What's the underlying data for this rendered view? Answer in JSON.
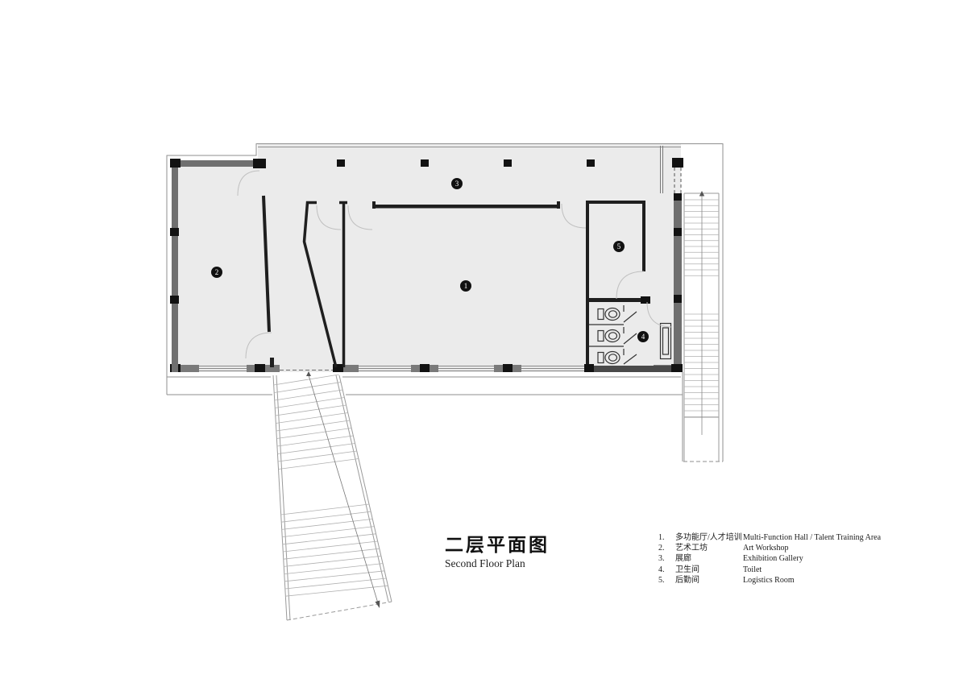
{
  "drawing": {
    "title_cn": "二层平面图",
    "title_en": "Second Floor Plan",
    "legend": {
      "items": [
        {
          "no": "1.",
          "cn": "多功能厅/人才培训",
          "en": "Multi-Function Hall / Talent Training Area"
        },
        {
          "no": "2.",
          "cn": "艺术工坊",
          "en": "Art Workshop"
        },
        {
          "no": "3.",
          "cn": "展廊",
          "en": "Exhibition Gallery"
        },
        {
          "no": "4.",
          "cn": "卫生间",
          "en": "Toilet"
        },
        {
          "no": "5.",
          "cn": "后勤间",
          "en": "Logistics Room"
        }
      ]
    },
    "room_markers": [
      {
        "label": "1"
      },
      {
        "label": "2"
      },
      {
        "label": "3"
      },
      {
        "label": "4"
      },
      {
        "label": "5"
      }
    ],
    "colors": {
      "floor": "#ebebeb",
      "wall_gray": "#6f6f6f",
      "wall_dark": "#1f1f1f",
      "column_black": "#121212",
      "outline": "#8f8f8f",
      "door_arc": "#c0c0c0"
    }
  }
}
